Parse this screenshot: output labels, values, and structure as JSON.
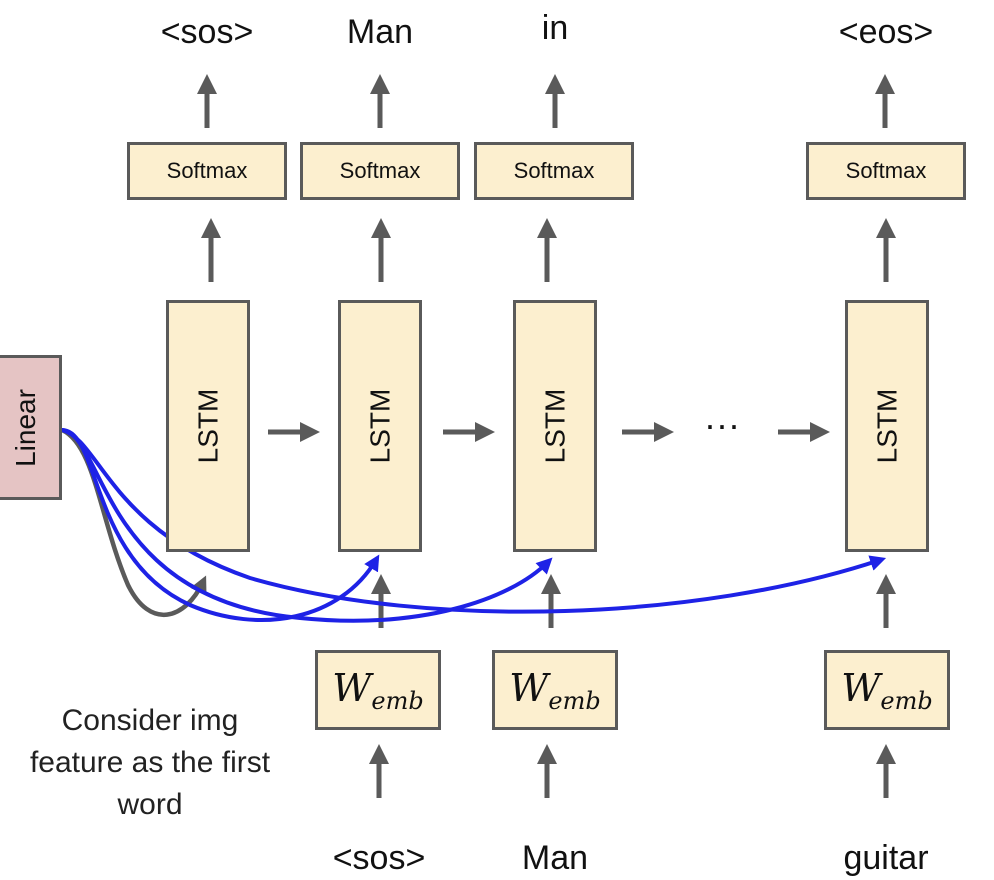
{
  "outputs": [
    "<sos>",
    "Man",
    "in",
    "<eos>"
  ],
  "softmax_label": "Softmax",
  "lstm_label": "LSTM",
  "linear_label": "Linear",
  "wemb": {
    "main": "W",
    "sub": "emb"
  },
  "ellipsis": "···",
  "inputs": [
    "<sos>",
    "Man",
    "guitar"
  ],
  "note": "Consider img feature as the first word",
  "colors": {
    "box_fill": "#fcefcf",
    "linear_fill": "#e5c4c4",
    "border": "#5a5a5a",
    "arrow": "#5a5a5a",
    "blue_arrow": "#1e22e6"
  }
}
